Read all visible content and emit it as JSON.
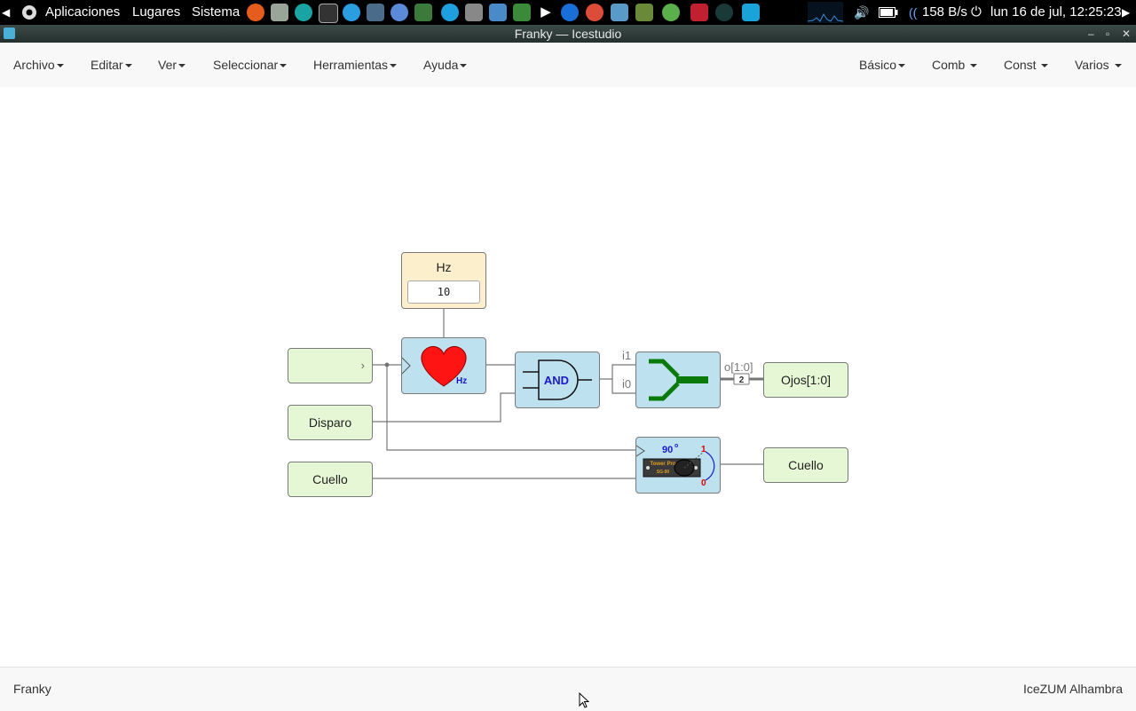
{
  "taskbar": {
    "menus": [
      "Aplicaciones",
      "Lugares",
      "Sistema"
    ],
    "net_speed": "158 B/s",
    "datetime": "lun 16 de jul, 12:25:23"
  },
  "window": {
    "title": "Franky — Icestudio"
  },
  "menubar": {
    "left": [
      "Archivo",
      "Editar",
      "Ver",
      "Seleccionar",
      "Herramientas",
      "Ayuda"
    ],
    "right": [
      "Básico",
      "Comb",
      "Const",
      "Varios"
    ]
  },
  "circuit": {
    "constant": {
      "label": "Hz",
      "value": "10"
    },
    "inputs": [
      "",
      "Disparo",
      "Cuello"
    ],
    "outputs": [
      "Ojos[1:0]",
      "Cuello"
    ],
    "heart_label": "Hz",
    "and_label": "AND",
    "join_ports": [
      "i1",
      "i0"
    ],
    "join_out": "o[1:0]",
    "bus_width": "2",
    "servo": {
      "angle": "90",
      "brand": "Tower Pro",
      "model": "SG-90",
      "high": "1",
      "low": "0"
    }
  },
  "footer": {
    "project": "Franky",
    "board": "IceZUM Alhambra"
  },
  "colors": {
    "io_block": "#e6f7d5",
    "logic_block": "#bde1ee",
    "constant_block": "#fcefcc",
    "wire": "#777777"
  }
}
